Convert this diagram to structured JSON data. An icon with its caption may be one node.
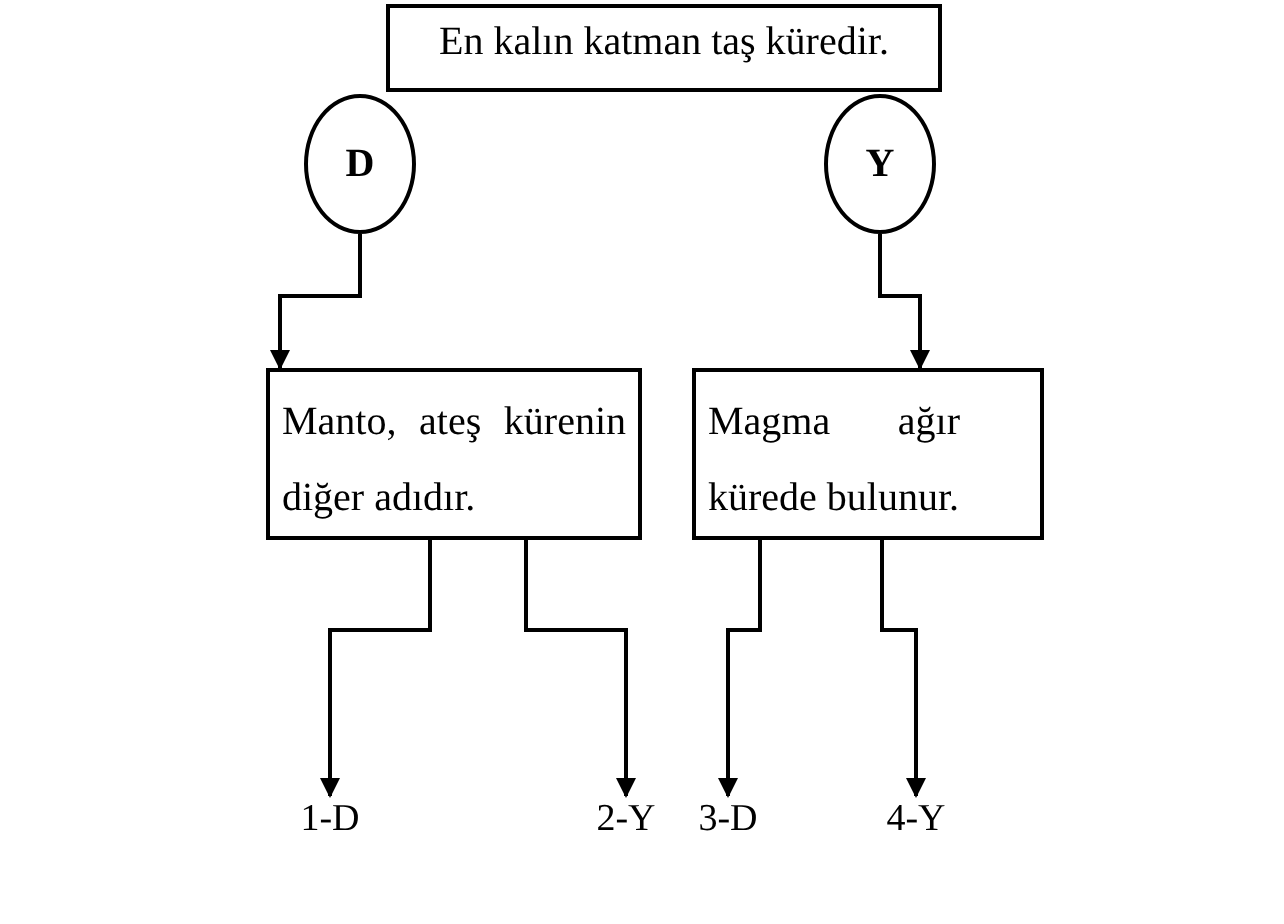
{
  "diagram": {
    "nodes": [
      {
        "text": [
          "En kalın katman taş küredir."
        ]
      },
      {
        "text": [
          "D"
        ]
      },
      {
        "text": [
          "Y"
        ]
      },
      {
        "text": [
          "Manto, ateş kürenin diğer adıdır."
        ]
      },
      {
        "text": [
          "Magma ağır kürede bulunur."
        ]
      },
      {
        "text": [
          "1-D"
        ]
      },
      {
        "text": [
          "2-Y"
        ]
      },
      {
        "text": [
          "3-D"
        ]
      },
      {
        "text": [
          "4-Y"
        ]
      }
    ],
    "edges": [
      {
        "from": 1,
        "to": 3,
        "arrow": "to"
      },
      {
        "from": 2,
        "to": 4,
        "arrow": "to"
      },
      {
        "from": 3,
        "to": 5,
        "arrow": "to"
      },
      {
        "from": 3,
        "to": 6,
        "arrow": "to"
      },
      {
        "from": 4,
        "to": 7,
        "arrow": "to"
      },
      {
        "from": 4,
        "to": 8,
        "arrow": "to"
      }
    ]
  }
}
